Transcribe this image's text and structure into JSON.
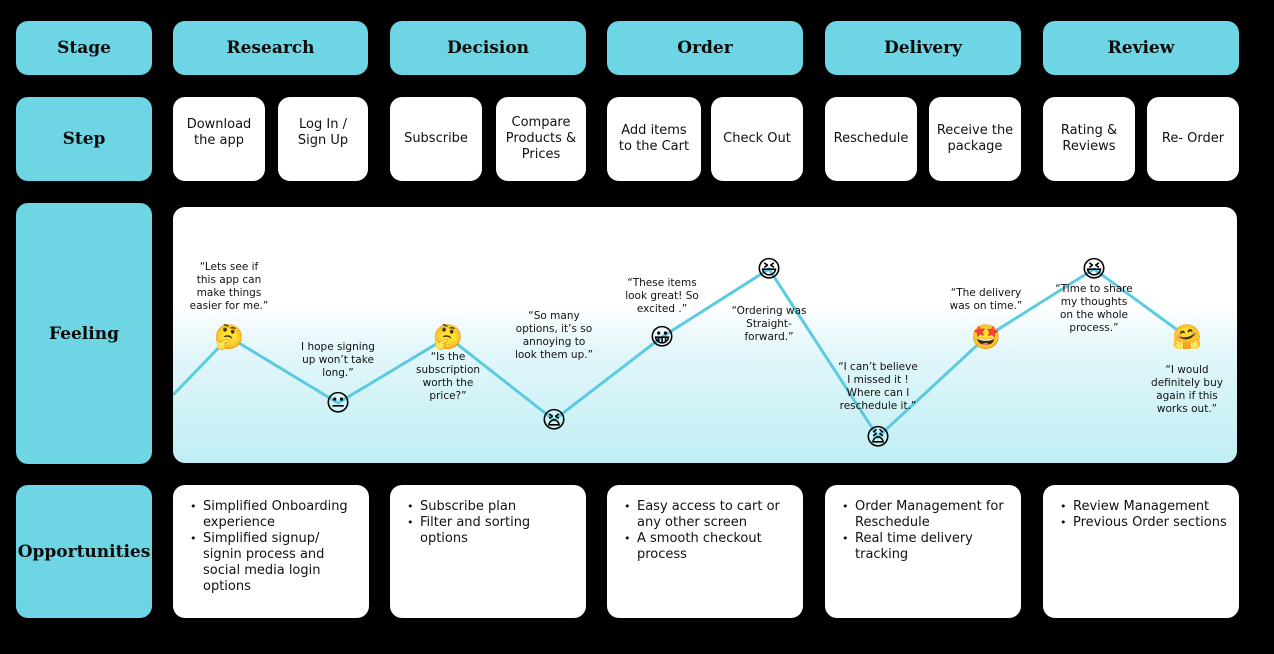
{
  "row_labels": {
    "stage": "Stage",
    "step": "Step",
    "feeling": "Feeling",
    "opportunities": "Opportunities"
  },
  "stages": [
    {
      "name": "Research",
      "steps": [
        "Download the app",
        "Log In / Sign Up"
      ],
      "opportunities": [
        "Simplified Onboarding experience",
        "Simplified signup/ signin process and social media login options"
      ]
    },
    {
      "name": "Decision",
      "steps": [
        "Subscribe",
        "Compare Products & Prices"
      ],
      "opportunities": [
        "Subscribe plan",
        "Filter and sorting options"
      ]
    },
    {
      "name": "Order",
      "steps": [
        "Add items to the Cart",
        "Check Out"
      ],
      "opportunities": [
        "Easy access to cart or any other screen",
        "A smooth checkout process"
      ]
    },
    {
      "name": "Delivery",
      "steps": [
        "Reschedule",
        "Receive the package"
      ],
      "opportunities": [
        "Order Management for Reschedule",
        "Real time delivery tracking"
      ]
    },
    {
      "name": "Review",
      "steps": [
        "Rating & Reviews",
        "Re- Order"
      ],
      "opportunities": [
        "Review Management",
        "Previous Order sections"
      ]
    }
  ],
  "feelings": [
    {
      "step": "Download the app",
      "emoji": "thinking-face",
      "glyph": "🤔",
      "quote": "“Lets see if\nthis app can\nmake things\neasier for me.”",
      "sentiment": 3
    },
    {
      "step": "Log In / Sign Up",
      "emoji": "neutral-face",
      "glyph": "😐",
      "quote": "I hope signing\nup won’t  take\nlong.”",
      "sentiment": 2
    },
    {
      "step": "Subscribe",
      "emoji": "thinking-face",
      "glyph": "🤔",
      "quote": "“Is the\nsubscription\nworth the\nprice?”",
      "sentiment": 3
    },
    {
      "step": "Compare Products & Prices",
      "emoji": "tired-face",
      "glyph": "😫",
      "quote": "“So many\noptions, it’s so\nannoying to\nlook them up.”",
      "sentiment": 1.5
    },
    {
      "step": "Add items to the Cart",
      "emoji": "grinning-face",
      "glyph": "😀",
      "quote": "“These items\nlook great! So\nexcited .”",
      "sentiment": 3
    },
    {
      "step": "Check Out",
      "emoji": "grinning-squinting-face",
      "glyph": "😆",
      "quote": "“Ordering was\nStraight-\nforward.”",
      "sentiment": 4
    },
    {
      "step": "Reschedule",
      "emoji": "weary-face",
      "glyph": "😩",
      "quote": "“I can’t believe\nI missed it !\nWhere can I\nreschedule it.”",
      "sentiment": 1
    },
    {
      "step": "Receive the package",
      "emoji": "star-struck",
      "glyph": "🤩",
      "quote": "“The delivery\nwas on time.”",
      "sentiment": 3
    },
    {
      "step": "Rating & Reviews",
      "emoji": "grinning-squinting-face",
      "glyph": "😆",
      "quote": "“Time to share\nmy thoughts\non the whole\nprocess.”",
      "sentiment": 4
    },
    {
      "step": "Re- Order",
      "emoji": "hugging-face",
      "glyph": "🤗",
      "quote": "“I would\ndefinitely buy\nagain if this\nworks out.”",
      "sentiment": 3
    }
  ],
  "colors": {
    "accent": "#6dd5e3",
    "line": "#5ccbe0",
    "background": "#000000",
    "card": "#ffffff"
  }
}
